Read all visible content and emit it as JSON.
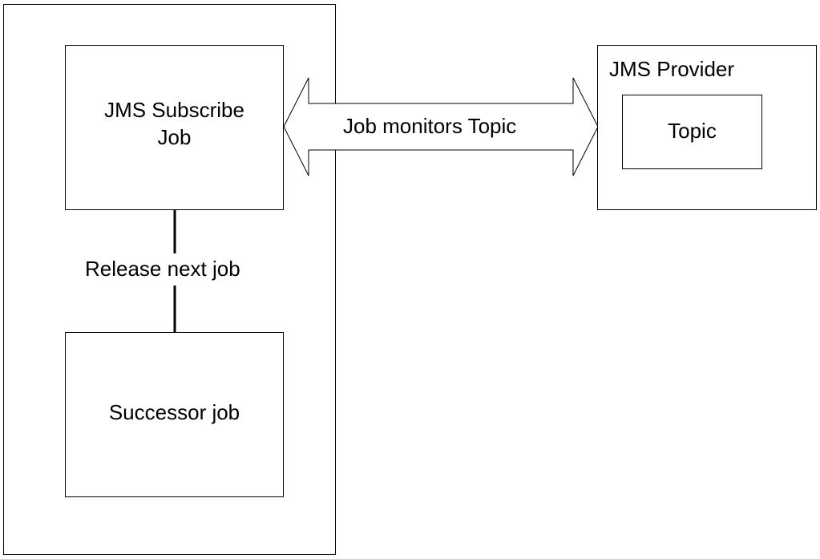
{
  "diagram": {
    "subscribe_job": {
      "line1": "JMS Subscribe",
      "line2": "Job"
    },
    "release_label": "Release next  job",
    "successor_job": "Successor job",
    "arrow_label": "Job monitors Topic",
    "provider": {
      "title": "JMS Provider",
      "topic": "Topic"
    },
    "colors": {
      "stroke": "#000000",
      "fill": "#ffffff"
    }
  }
}
